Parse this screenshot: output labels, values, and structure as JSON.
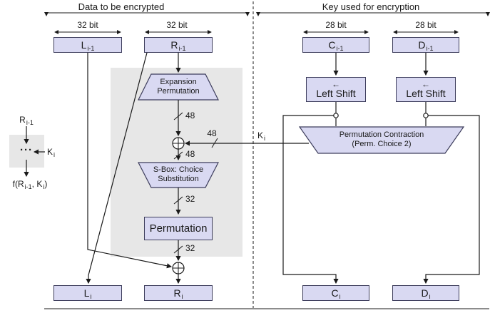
{
  "colors": {
    "box_fill": "#d9d9f2",
    "box_border": "#3d3d5c",
    "region_fill": "#e7e7e7",
    "line": "#1a1a1a"
  },
  "headers": {
    "left": "Data to be encrypted",
    "right": "Key used for encryption"
  },
  "bit_labels": {
    "bit32": "32 bit",
    "bit28": "28 bit"
  },
  "boxes": {
    "l_prev": {
      "base": "L",
      "sub": "i-1"
    },
    "r_prev": {
      "base": "R",
      "sub": "i-1"
    },
    "c_prev": {
      "base": "C",
      "sub": "i-1"
    },
    "d_prev": {
      "base": "D",
      "sub": "i-1"
    },
    "left_shift": "Left Shift",
    "permutation": "Permutation",
    "l_next": {
      "base": "L",
      "sub": "i"
    },
    "r_next": {
      "base": "R",
      "sub": "i"
    },
    "c_next": {
      "base": "C",
      "sub": "i"
    },
    "d_next": {
      "base": "D",
      "sub": "i"
    }
  },
  "trapezoids": {
    "expansion": {
      "line1": "Expansion",
      "line2": "Permutation"
    },
    "sbox": {
      "line1": "S-Box: Choice",
      "line2": "Substitution"
    },
    "perm_choice2": {
      "line1": "Permutation Contraction",
      "line2": "(Perm. Choice 2)"
    }
  },
  "wire_labels": {
    "expansion_out": "48",
    "xor_out": "48",
    "key_width": "48",
    "sbox_out": "32",
    "perm_out": "32",
    "key": {
      "base": "K",
      "sub": "i"
    }
  },
  "legend": {
    "input": {
      "base": "R",
      "sub": "i-1"
    },
    "dots": "···",
    "key": {
      "base": "K",
      "sub": "i"
    },
    "output": {
      "f_open": "f(R",
      "sub1": "i-1",
      "mid": ", K",
      "sub2": "i",
      "close": ")"
    }
  },
  "icons": {
    "left_shift_arrow": "←"
  }
}
